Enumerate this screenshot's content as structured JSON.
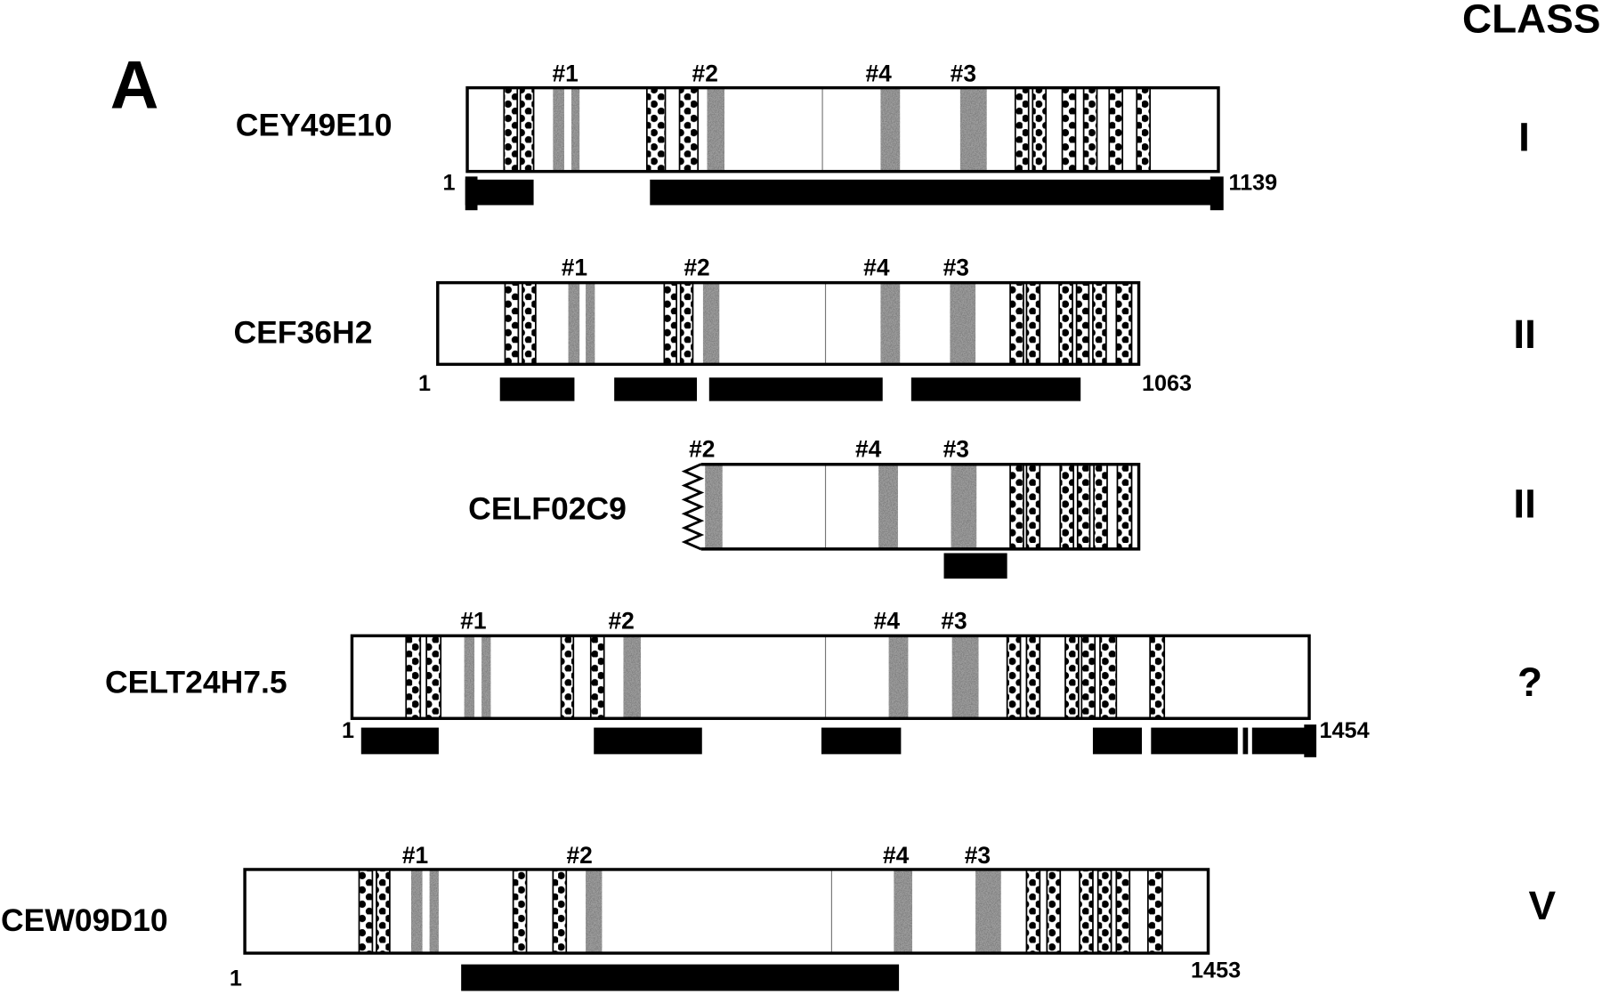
{
  "panel_label": "A",
  "class_header": "CLASS",
  "colors": {
    "ink": "#000000",
    "motif_gray": "#9a9a9a",
    "background": "#ffffff"
  },
  "proteins": [
    {
      "name": "CEY49E10",
      "class": "I",
      "start": "1",
      "end": "1139",
      "motifs": [
        "#1",
        "#2",
        "#4",
        "#3"
      ]
    },
    {
      "name": "CEF36H2",
      "class": "II",
      "start": "1",
      "end": "1063",
      "motifs": [
        "#1",
        "#2",
        "#4",
        "#3"
      ]
    },
    {
      "name": "CELF02C9",
      "class": "II",
      "motifs": [
        "#2",
        "#4",
        "#3"
      ]
    },
    {
      "name": "CELT24H7.5",
      "class": "?",
      "start": "1",
      "end": "1454",
      "motifs": [
        "#1",
        "#2",
        "#4",
        "#3"
      ]
    },
    {
      "name": "CEW09D10",
      "class": "V",
      "start": "1",
      "end": "1453",
      "motifs": [
        "#1",
        "#2",
        "#4",
        "#3"
      ]
    }
  ]
}
